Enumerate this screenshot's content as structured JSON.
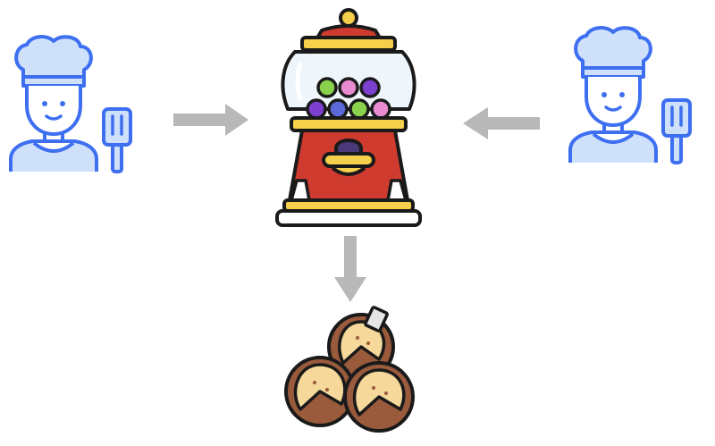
{
  "diagram": {
    "nodes": [
      {
        "id": "chef-left",
        "icon": "chef-with-spatula-icon",
        "color": "#3d6ff0",
        "fill": "#cfe0fb"
      },
      {
        "id": "gumball-machine",
        "icon": "gumball-machine-icon",
        "colors": {
          "outline": "#1a1a1a",
          "red": "#cf3b2e",
          "yellow": "#f6d04a",
          "glass": "#eef6fb",
          "purple": "#7d3fd0",
          "green": "#8ad24c",
          "pink": "#e88bd0",
          "blue": "#5b6ad8"
        }
      },
      {
        "id": "chef-right",
        "icon": "chef-with-spatula-icon",
        "color": "#3d6ff0",
        "fill": "#cfe0fb"
      },
      {
        "id": "fortune-cookies",
        "icon": "fortune-cookies-icon",
        "colors": {
          "outline": "#1a1a1a",
          "crust": "#9a5a3c",
          "inner": "#f6d99a",
          "paper": "#e6e6e6"
        }
      }
    ],
    "edges": [
      {
        "from": "chef-left",
        "to": "gumball-machine",
        "direction": "right"
      },
      {
        "from": "chef-right",
        "to": "gumball-machine",
        "direction": "left"
      },
      {
        "from": "gumball-machine",
        "to": "fortune-cookies",
        "direction": "down"
      }
    ],
    "arrow_color": "#b8b8b8"
  }
}
